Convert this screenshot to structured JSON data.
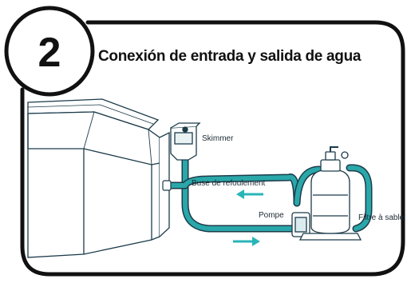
{
  "step_number": "2",
  "title": "Conexión de entrada y salida de agua",
  "labels": {
    "skimmer": "Skimmer",
    "return_nozzle": "Buse de refoulement",
    "pump": "Pompe",
    "sand_filter": "Filtre à sable"
  },
  "colors": {
    "outline": "#111111",
    "hose": "#2aa7a9",
    "hose_dark": "#1e8587",
    "arrow": "#29b5b7",
    "pool_line": "#1c3b4a",
    "pool_fill": "#ffffff"
  }
}
